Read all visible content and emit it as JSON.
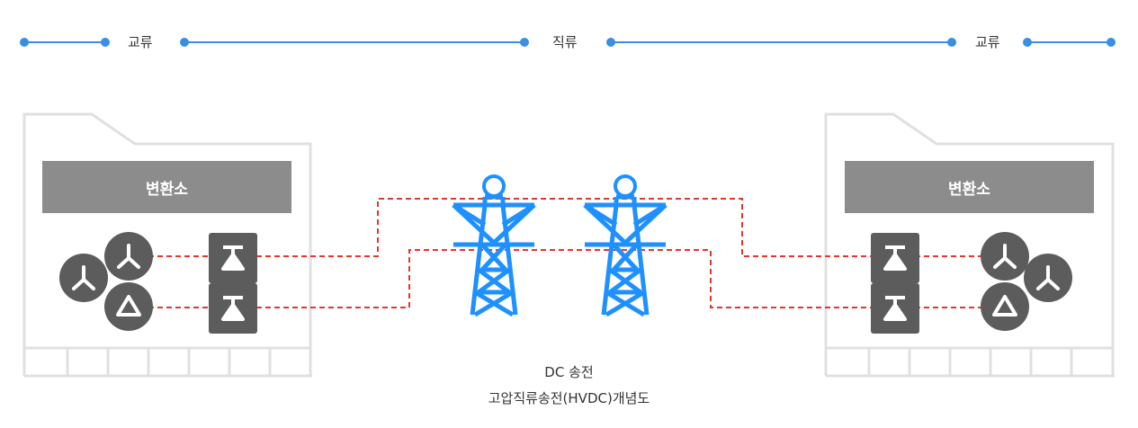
{
  "top_bar": {
    "left_label": "교류",
    "center_label": "직류",
    "right_label": "교류",
    "line_color": "#3a8ee6"
  },
  "substations": {
    "left_label": "변환소",
    "right_label": "변환소",
    "bar_color": "#8c8c8c",
    "outline_color": "#e0e0e0",
    "icon_color": "#5c5c5c"
  },
  "link": {
    "dash_color": "#e8352c",
    "tower_color": "#1e90ff"
  },
  "captions": {
    "line1": "DC 송전",
    "line2": "고압직류송전(HVDC)개념도"
  }
}
